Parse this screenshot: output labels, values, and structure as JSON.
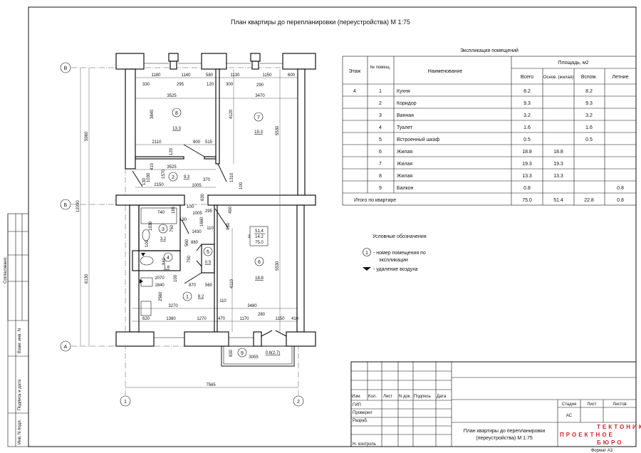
{
  "sheet_title": "План квартиры до перепланировки (переустройства) М 1:75",
  "table": {
    "caption": "Экспликация помещений",
    "headers": {
      "floor": "Этаж",
      "num": "№ помещ.",
      "name": "Наименование",
      "area_group": "Площадь, м2",
      "total": "Всего",
      "main": "Основ. (жилая)",
      "aux": "Вспом.",
      "summer": "Летние"
    },
    "rows": [
      {
        "floor": "4",
        "num": "1",
        "name": "Кухня",
        "total": "8.2",
        "main": "",
        "aux": "8.2",
        "summer": ""
      },
      {
        "floor": "",
        "num": "2",
        "name": "Коридор",
        "total": "9.3",
        "main": "",
        "aux": "9.3",
        "summer": ""
      },
      {
        "floor": "",
        "num": "3",
        "name": "Ванная",
        "total": "3.2",
        "main": "",
        "aux": "3.2",
        "summer": ""
      },
      {
        "floor": "",
        "num": "4",
        "name": "Туалет",
        "total": "1.6",
        "main": "",
        "aux": "1.6",
        "summer": ""
      },
      {
        "floor": "",
        "num": "5",
        "name": "Встроенный шкаф",
        "total": "0.5",
        "main": "",
        "aux": "0.5",
        "summer": ""
      },
      {
        "floor": "",
        "num": "6",
        "name": "Жилая",
        "total": "18.8",
        "main": "18.8",
        "aux": "",
        "summer": ""
      },
      {
        "floor": "",
        "num": "7",
        "name": "Жилая",
        "total": "19.3",
        "main": "19.3",
        "aux": "",
        "summer": ""
      },
      {
        "floor": "",
        "num": "8",
        "name": "Жилая",
        "total": "13.3",
        "main": "13.3",
        "aux": "",
        "summer": ""
      },
      {
        "floor": "",
        "num": "9",
        "name": "Балкон",
        "total": "0.8",
        "main": "",
        "aux": "",
        "summer": "0.8"
      }
    ],
    "total_row": {
      "label": "Итого по квартире",
      "total": "75.0",
      "main": "51.4",
      "aux": "22.8",
      "summer": "0.8"
    }
  },
  "legend": {
    "title": "Условные обозначения",
    "room_symbol": "1",
    "room_text_1": "- номер помещения по",
    "room_text_2": "экспликации",
    "air_text": "- удаление воздуха"
  },
  "plan": {
    "axes": {
      "v": "В",
      "b": "Б",
      "a": "А",
      "one": "1",
      "two": "2"
    },
    "rooms": [
      {
        "num": "1",
        "area": "8.2"
      },
      {
        "num": "2",
        "area": "9.3"
      },
      {
        "num": "3",
        "area": "3.2"
      },
      {
        "num": "4",
        "area": "1.6"
      },
      {
        "num": "5",
        "area": "0.5"
      },
      {
        "num": "6",
        "area": "18.8"
      },
      {
        "num": "7",
        "area": "19.3"
      },
      {
        "num": "8",
        "area": "13.3"
      },
      {
        "num": "9",
        "area": "0.8(2.7)"
      }
    ],
    "summary_box": {
      "prefix": "3",
      "line1": "51.4",
      "line2": "14.2",
      "line3": "75.0"
    },
    "dims": [
      "1180",
      "1140",
      "580",
      "1130",
      "1150",
      "600",
      "330",
      "295",
      "120",
      "300",
      "290",
      "3525",
      "3470",
      "3840",
      "4120",
      "5530",
      "2110",
      "900",
      "515",
      "120",
      "410",
      "3525",
      "1570",
      "1030",
      "130",
      "370",
      "1310",
      "2150",
      "1005",
      "100",
      "630",
      "740",
      "165",
      "100",
      "1005",
      "295",
      "490",
      "1930",
      "130",
      "750",
      "1660",
      "930",
      "1430",
      "110",
      "880",
      "560",
      "100",
      "840",
      "750",
      "2070",
      "1840",
      "100",
      "870",
      "560",
      "2560",
      "110",
      "3270",
      "3480",
      "4110",
      "620",
      "1380",
      "1270",
      "470",
      "1170",
      "280",
      "1150",
      "410",
      "830",
      "3055",
      "7565",
      "5960",
      "6130",
      "12090",
      "5530"
    ]
  },
  "side_stamp": {
    "agreed": "Согласовано:",
    "inv_replace": "Взам. инв. N",
    "sign_date": "Подпись и дата",
    "inv_orig": "Инв. N подл."
  },
  "title_block": {
    "cols": [
      "Изм.",
      "Кол.",
      "Лист",
      "N док.",
      "Подпись",
      "Дата"
    ],
    "roles": [
      "ГИП",
      "Проверил",
      "Разраб.",
      "",
      "",
      "Н. контроль"
    ],
    "stage_label": "Стадия",
    "sheet_label": "Лист",
    "sheets_label": "Листов",
    "stage_value": "АС",
    "drawing_title_1": "План квартиры до перепланировки",
    "drawing_title_2": "(переустройства) М 1:75",
    "logo_1": "ТЕКТОНИКА",
    "logo_2": "ПРОЕКТНОЕ",
    "logo_3": "БЮРО",
    "format": "Формат А3"
  }
}
